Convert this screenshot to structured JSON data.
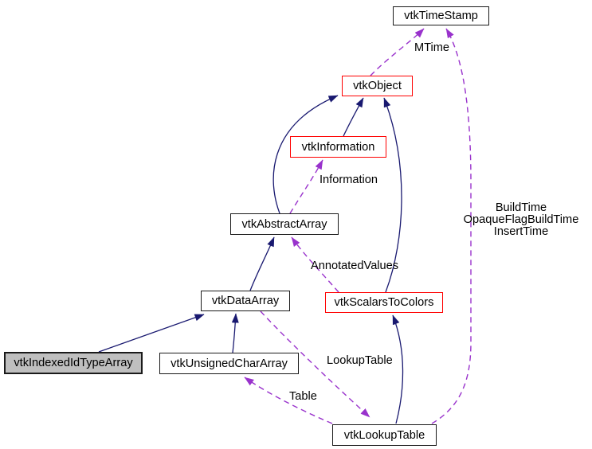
{
  "diagram": {
    "kind": "collaboration-graph",
    "colors": {
      "inheritance_edge": "#191970",
      "usage_edge": "#9932cc",
      "node_border": "#1a1a1a",
      "highlight_border": "#ff0000",
      "node_fill": "#ffffff",
      "current_node_fill": "#bfbfbf",
      "text": "#000000"
    },
    "nodes": [
      {
        "label": "vtkTimeStamp",
        "style": "plain"
      },
      {
        "label": "vtkObject",
        "style": "highlight"
      },
      {
        "label": "vtkInformation",
        "style": "highlight"
      },
      {
        "label": "vtkAbstractArray",
        "style": "plain"
      },
      {
        "label": "vtkDataArray",
        "style": "plain"
      },
      {
        "label": "vtkScalarsToColors",
        "style": "highlight"
      },
      {
        "label": "vtkIndexedIdTypeArray",
        "style": "current"
      },
      {
        "label": "vtkUnsignedCharArray",
        "style": "plain"
      },
      {
        "label": "vtkLookupTable",
        "style": "plain"
      }
    ],
    "edges": [
      {
        "from": "vtkInformation",
        "to": "vtkObject",
        "kind": "inheritance"
      },
      {
        "from": "vtkAbstractArray",
        "to": "vtkObject",
        "kind": "inheritance"
      },
      {
        "from": "vtkScalarsToColors",
        "to": "vtkObject",
        "kind": "inheritance"
      },
      {
        "from": "vtkDataArray",
        "to": "vtkAbstractArray",
        "kind": "inheritance"
      },
      {
        "from": "vtkIndexedIdTypeArray",
        "to": "vtkDataArray",
        "kind": "inheritance"
      },
      {
        "from": "vtkUnsignedCharArray",
        "to": "vtkDataArray",
        "kind": "inheritance"
      },
      {
        "from": "vtkLookupTable",
        "to": "vtkScalarsToColors",
        "kind": "inheritance"
      },
      {
        "from": "vtkObject",
        "to": "vtkTimeStamp",
        "kind": "usage",
        "label": "MTime"
      },
      {
        "from": "vtkAbstractArray",
        "to": "vtkInformation",
        "kind": "usage",
        "label": "Information"
      },
      {
        "from": "vtkScalarsToColors",
        "to": "vtkAbstractArray",
        "kind": "usage",
        "label": "AnnotatedValues"
      },
      {
        "from": "vtkDataArray",
        "to": "vtkLookupTable",
        "kind": "usage",
        "label": "LookupTable"
      },
      {
        "from": "vtkLookupTable",
        "to": "vtkUnsignedCharArray",
        "kind": "usage",
        "label": "Table"
      },
      {
        "from": "vtkLookupTable",
        "to": "vtkTimeStamp",
        "kind": "usage",
        "label_lines": [
          "BuildTime",
          "OpaqueFlagBuildTime",
          "InsertTime"
        ]
      }
    ]
  }
}
